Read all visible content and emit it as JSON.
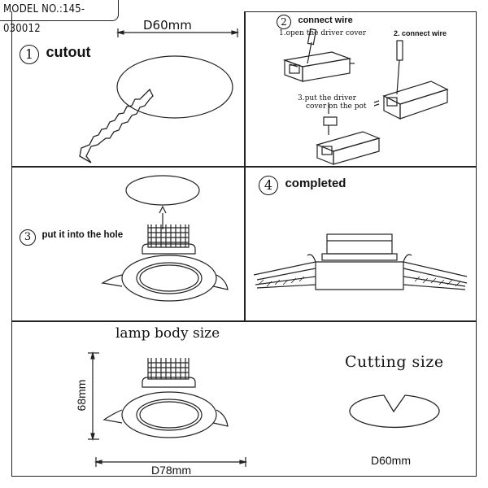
{
  "model": "MODEL NO.:145-030012",
  "panel1": {
    "num": "1",
    "title": "cutout",
    "dimension": "D60mm"
  },
  "panel2": {
    "num": "2",
    "title": "connect wire",
    "step1": "1.open the driver cover",
    "step2": "2. connect wire",
    "step3_line1": "3.put the driver",
    "step3_line2": "cover on the pot"
  },
  "panel3": {
    "num": "3",
    "title": "put it into the hole"
  },
  "panel4": {
    "num": "4",
    "title": "completed"
  },
  "panel5": {
    "lamp_title": "lamp body size",
    "height": "68mm",
    "width": "D78mm",
    "cut_title": "Cutting size",
    "cut_dim": "D60mm"
  }
}
